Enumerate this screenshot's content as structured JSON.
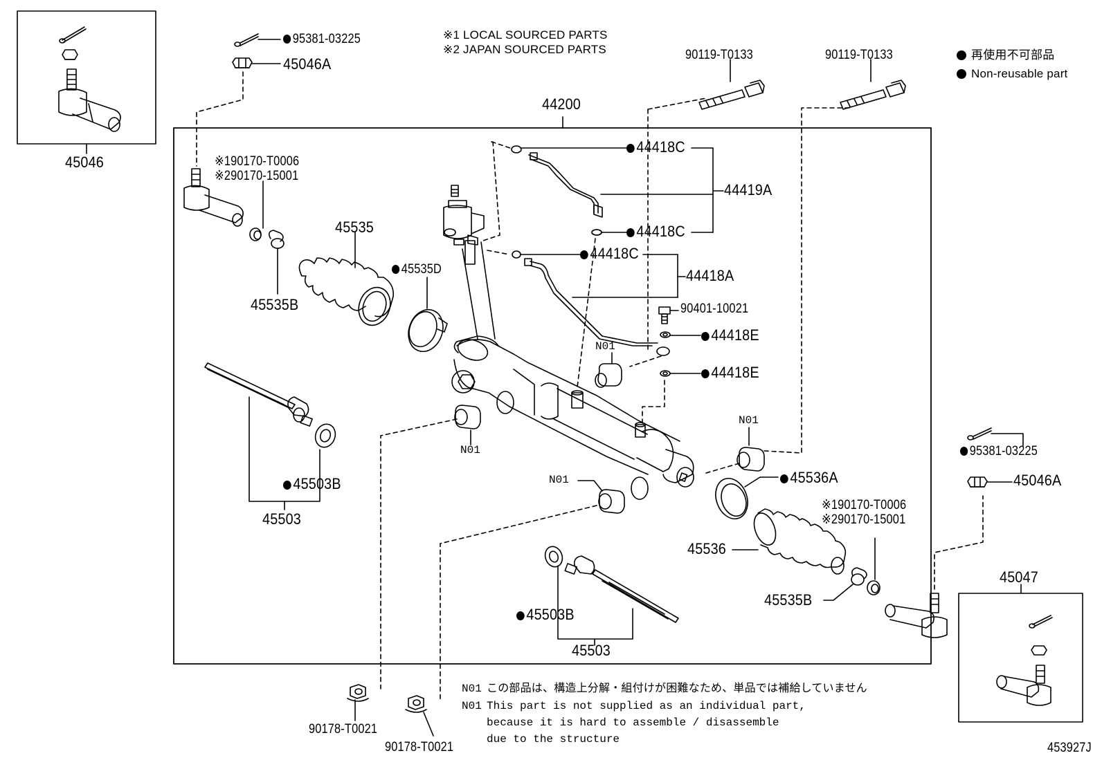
{
  "notes": {
    "local": "※1 LOCAL SOURCED PARTS",
    "japan": "※2 JAPAN SOURCED PARTS"
  },
  "legend": {
    "jp": "再使用不可部品",
    "en": "Non-reusable part"
  },
  "labels": {
    "p45046": "45046",
    "p45047": "45047",
    "p44200": "44200",
    "cotter_top": "95381-03225",
    "nut_top": "45046A",
    "cotter_right": "95381-03225",
    "nut_right": "45046A",
    "bolt_a": "90119-T0133",
    "bolt_b": "90119-T0133",
    "clip_top_1": "※190170-T0006",
    "clip_top_2": "※290170-15001",
    "clip_bot_1": "※190170-T0006",
    "clip_bot_2": "※290170-15001",
    "boot_left": "45535",
    "boot_clamp_left": "45535D",
    "clip_left": "45535B",
    "gasket_1": "44418C",
    "gasket_2": "44418C",
    "gasket_3": "44418C",
    "tube_upper": "44419A",
    "tube_lower": "44418A",
    "bolt_small": "90401-10021",
    "gasket_e1": "44418E",
    "gasket_e2": "44418E",
    "n01_a": "N01",
    "n01_b": "N01",
    "n01_c": "N01",
    "n01_d": "N01",
    "washer_left": "45503B",
    "rod_left": "45503",
    "boot_clamp_right": "45536A",
    "boot_right": "45536",
    "clip_right": "45535B",
    "washer_right": "45503B",
    "rod_right": "45503",
    "nut_bot_1": "90178-T0021",
    "nut_bot_2": "90178-T0021",
    "code": "453927J"
  },
  "footer": {
    "n01_tag": "N01",
    "jp_note": "この部品は、構造上分解・組付けが困難なため、単品では補給していません",
    "n01_tag_en": "N01",
    "en_line1": "This part is not supplied as an individual part,",
    "en_line2": "because it is hard to assemble / disassemble",
    "en_line3": "due to the structure"
  }
}
